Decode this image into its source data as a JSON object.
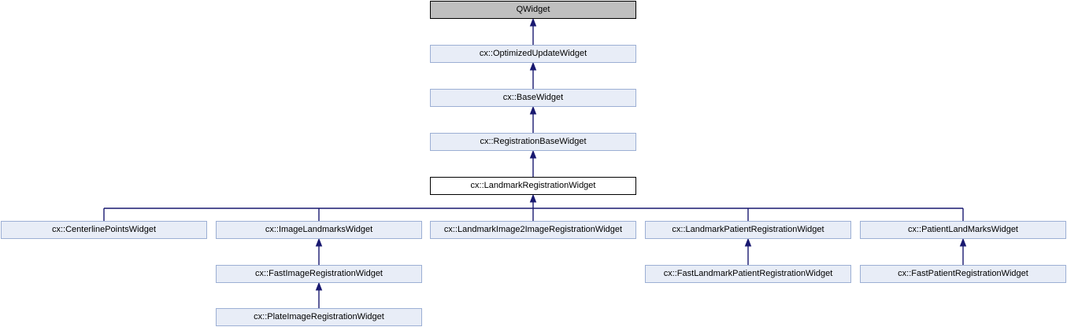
{
  "colors": {
    "background": "#ffffff",
    "edge": "#191970",
    "class_fill": "#E8EDF7",
    "class_border": "#9CAFD4",
    "external_fill": "#BFBFBF",
    "external_border": "#000000",
    "current_fill": "#FFFFFF",
    "current_border": "#000000",
    "text": "#000000"
  },
  "nodes": [
    {
      "id": "qwidget",
      "label": "QWidget",
      "kind": "external"
    },
    {
      "id": "optimized-update-widget",
      "label": "cx::OptimizedUpdateWidget",
      "kind": "class"
    },
    {
      "id": "base-widget",
      "label": "cx::BaseWidget",
      "kind": "class"
    },
    {
      "id": "registration-base-widget",
      "label": "cx::RegistrationBaseWidget",
      "kind": "class"
    },
    {
      "id": "landmark-registration-widget",
      "label": "cx::LandmarkRegistrationWidget",
      "kind": "current"
    },
    {
      "id": "centerline-points-widget",
      "label": "cx::CenterlinePointsWidget",
      "kind": "class"
    },
    {
      "id": "image-landmarks-widget",
      "label": "cx::ImageLandmarksWidget",
      "kind": "class"
    },
    {
      "id": "landmark-image2image-registration-widget",
      "label": "cx::LandmarkImage2ImageRegistrationWidget",
      "kind": "class"
    },
    {
      "id": "landmark-patient-registration-widget",
      "label": "cx::LandmarkPatientRegistrationWidget",
      "kind": "class"
    },
    {
      "id": "patient-landmarks-widget",
      "label": "cx::PatientLandMarksWidget",
      "kind": "class"
    },
    {
      "id": "fast-image-registration-widget",
      "label": "cx::FastImageRegistrationWidget",
      "kind": "class"
    },
    {
      "id": "fast-landmark-patient-registration-widget",
      "label": "cx::FastLandmarkPatientRegistrationWidget",
      "kind": "class"
    },
    {
      "id": "fast-patient-registration-widget",
      "label": "cx::FastPatientRegistrationWidget",
      "kind": "class"
    },
    {
      "id": "plate-image-registration-widget",
      "label": "cx::PlateImageRegistrationWidget",
      "kind": "class"
    }
  ],
  "edges": [
    {
      "from": "cx::OptimizedUpdateWidget",
      "to": "QWidget"
    },
    {
      "from": "cx::BaseWidget",
      "to": "cx::OptimizedUpdateWidget"
    },
    {
      "from": "cx::RegistrationBaseWidget",
      "to": "cx::BaseWidget"
    },
    {
      "from": "cx::LandmarkRegistrationWidget",
      "to": "cx::RegistrationBaseWidget"
    },
    {
      "from": "cx::CenterlinePointsWidget",
      "to": "cx::LandmarkRegistrationWidget"
    },
    {
      "from": "cx::ImageLandmarksWidget",
      "to": "cx::LandmarkRegistrationWidget"
    },
    {
      "from": "cx::LandmarkImage2ImageRegistrationWidget",
      "to": "cx::LandmarkRegistrationWidget"
    },
    {
      "from": "cx::LandmarkPatientRegistrationWidget",
      "to": "cx::LandmarkRegistrationWidget"
    },
    {
      "from": "cx::PatientLandMarksWidget",
      "to": "cx::LandmarkRegistrationWidget"
    },
    {
      "from": "cx::FastImageRegistrationWidget",
      "to": "cx::ImageLandmarksWidget"
    },
    {
      "from": "cx::FastLandmarkPatientRegistrationWidget",
      "to": "cx::LandmarkPatientRegistrationWidget"
    },
    {
      "from": "cx::FastPatientRegistrationWidget",
      "to": "cx::PatientLandMarksWidget"
    },
    {
      "from": "cx::PlateImageRegistrationWidget",
      "to": "cx::FastImageRegistrationWidget"
    }
  ]
}
